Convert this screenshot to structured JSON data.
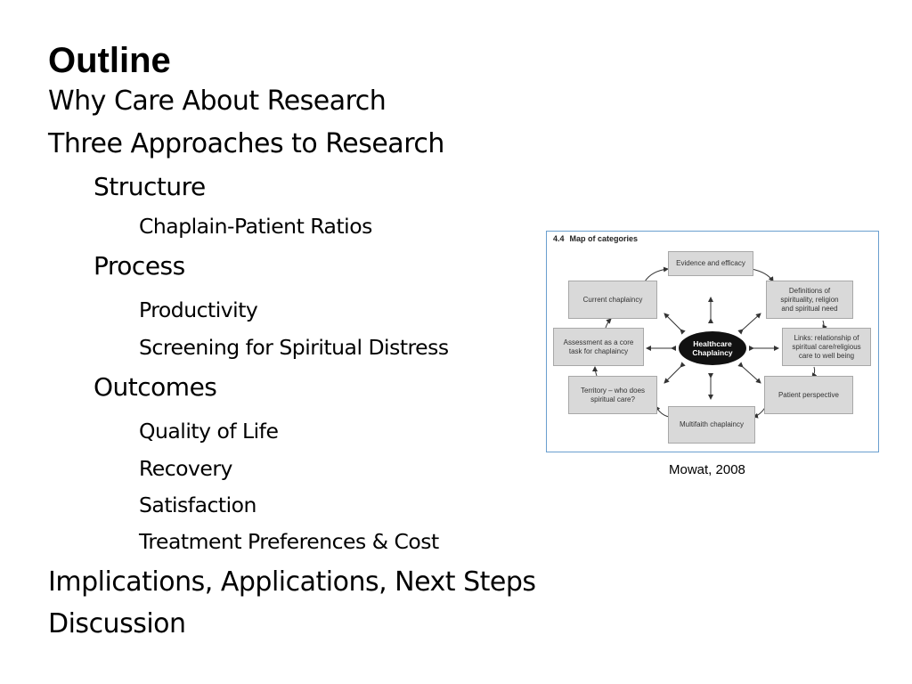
{
  "slide": {
    "title": "Outline",
    "outline": [
      {
        "text": "Why Care About Research",
        "level": 1
      },
      {
        "text": "Three Approaches to Research",
        "level": 1
      },
      {
        "text": "Structure",
        "level": 2
      },
      {
        "text": "Chaplain-Patient Ratios",
        "level": 3
      },
      {
        "text": "Process",
        "level": 2
      },
      {
        "text": "Productivity",
        "level": 3
      },
      {
        "text": "Screening for Spiritual Distress",
        "level": 3
      },
      {
        "text": "Outcomes",
        "level": 2
      },
      {
        "text": "Quality of Life",
        "level": 3
      },
      {
        "text": "Recovery",
        "level": 3
      },
      {
        "text": "Satisfaction",
        "level": 3
      },
      {
        "text": "Treatment Preferences & Cost",
        "level": 3
      },
      {
        "text": "Implications, Applications, Next Steps",
        "level": 1
      },
      {
        "text": "Discussion",
        "level": 1
      }
    ]
  },
  "figure": {
    "number": "4.4",
    "heading": "Map of categories",
    "center": "Healthcare\nChaplaincy",
    "nodes": {
      "evidence": "Evidence and efficacy",
      "definitions": "Definitions of\nspirituality, religion\nand spiritual need",
      "links": "Links: relationship of\nspiritual care/religious\ncare to well being",
      "patient": "Patient perspective",
      "multifaith": "Multifaith chaplaincy",
      "territory": "Territory – who does\nspiritual care?",
      "assessment": "Assessment as a core\ntask for chaplaincy",
      "current": "Current chaplaincy"
    },
    "caption": "Mowat, 2008"
  }
}
